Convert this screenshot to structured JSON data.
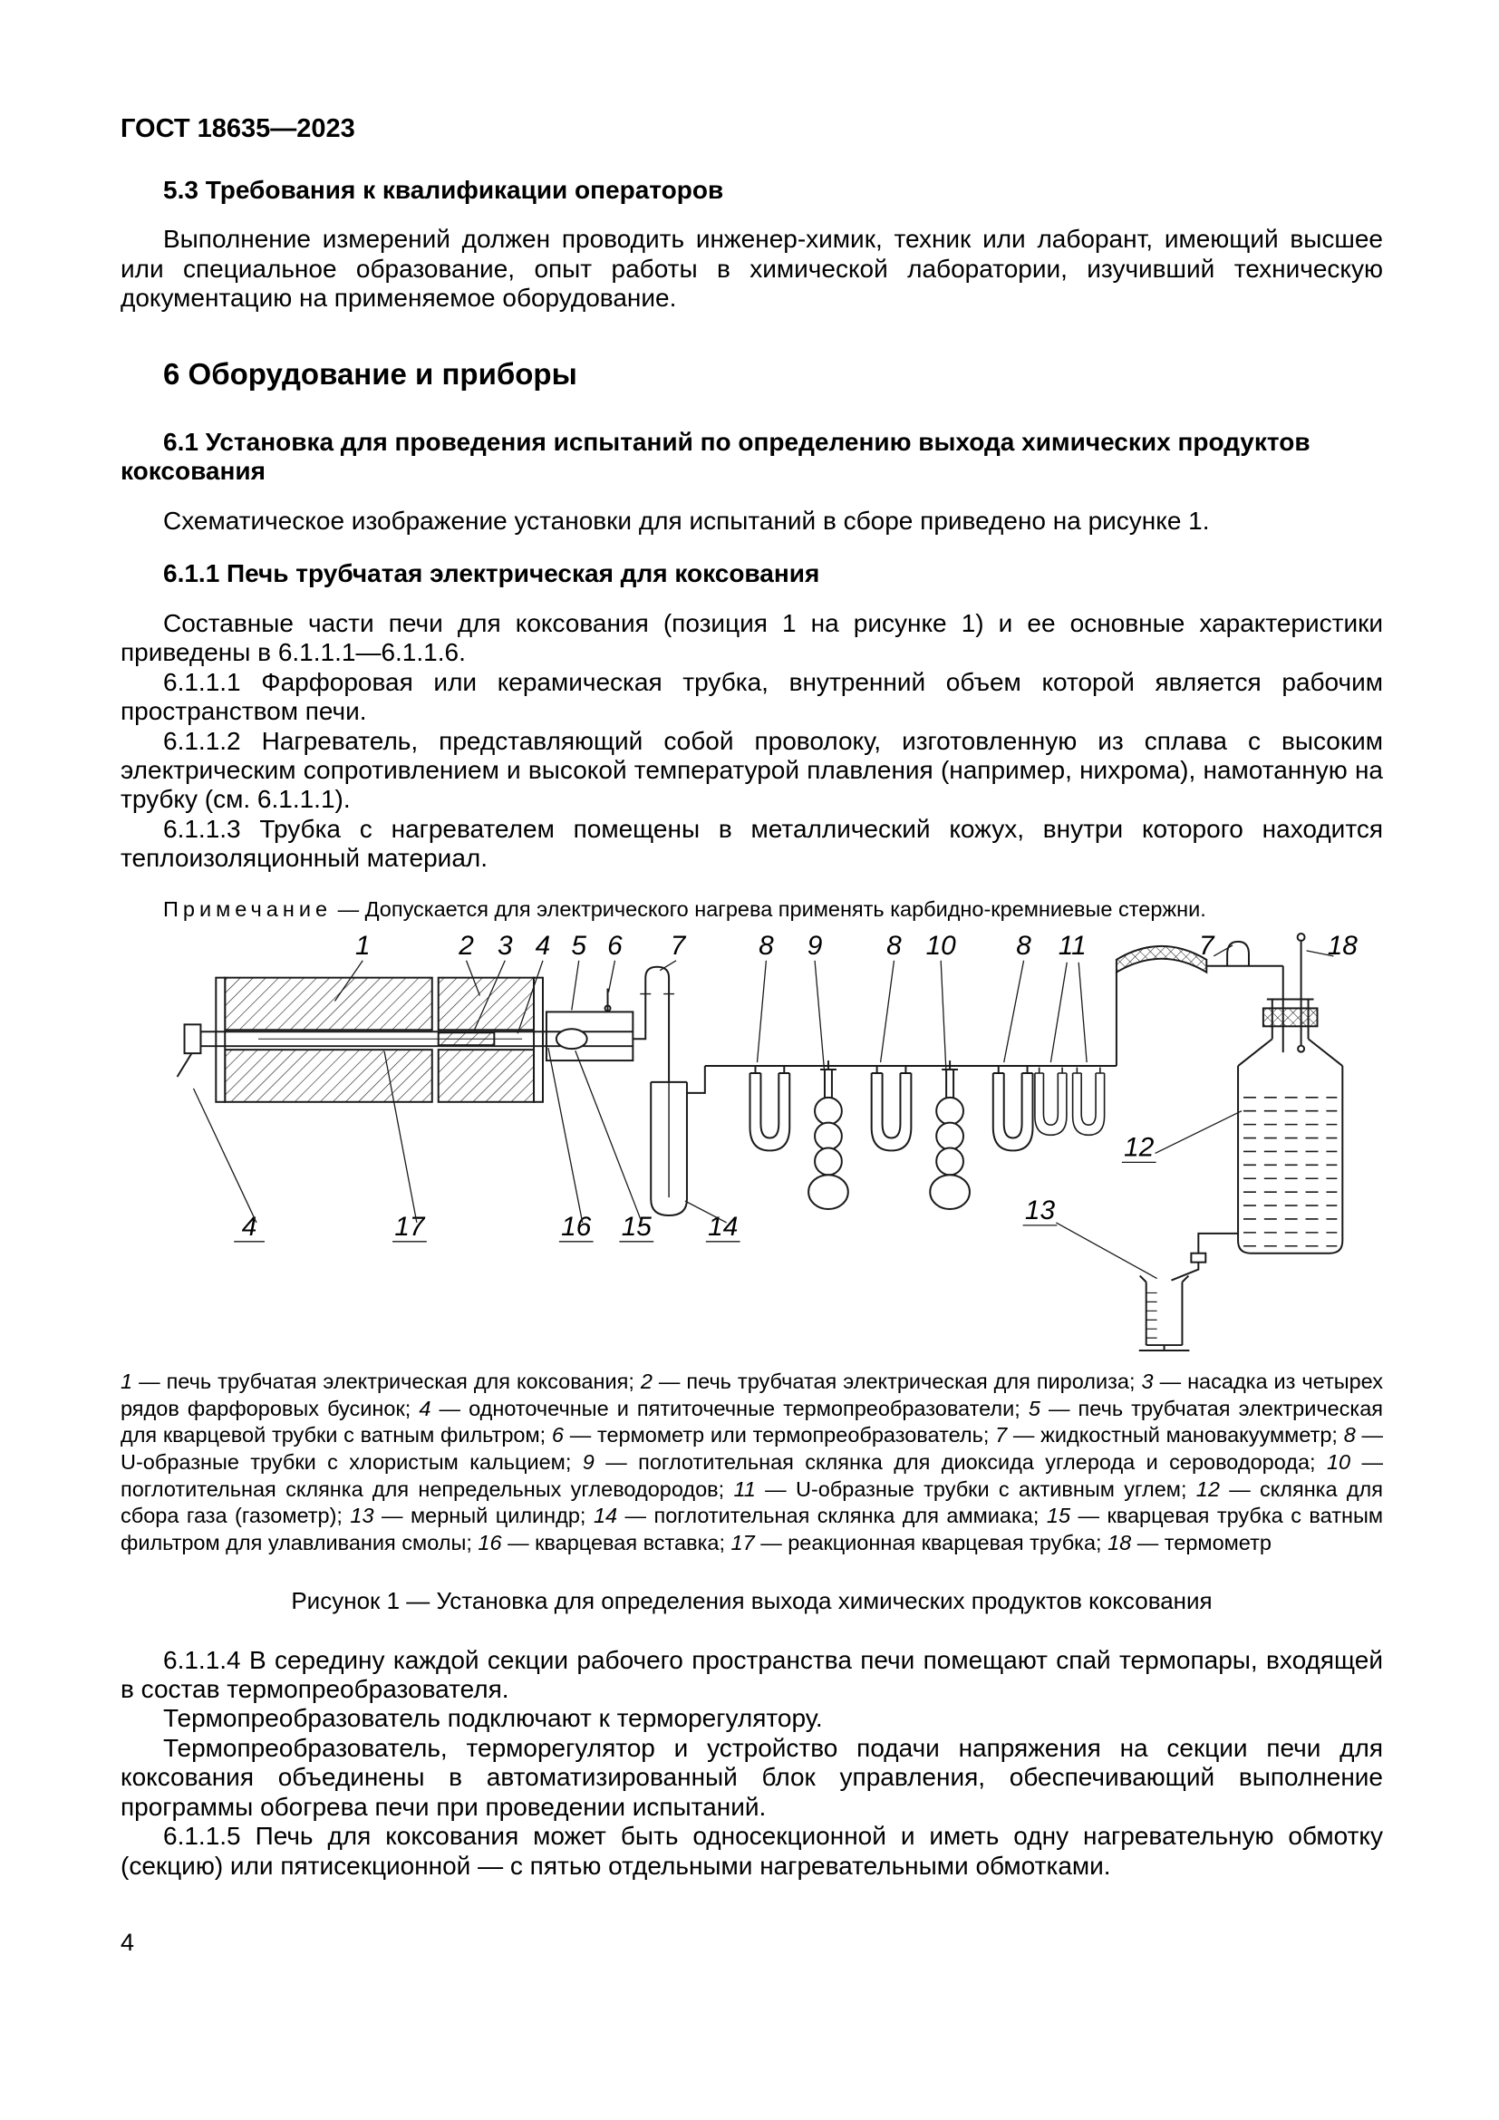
{
  "doc": {
    "header": "ГОСТ 18635—2023",
    "page_number": "4"
  },
  "sections": {
    "s53_title": "5.3 Требования к квалификации операторов",
    "s53_p1": "Выполнение измерений должен проводить инженер-химик, техник или лаборант, имеющий высшее или специальное образование, опыт работы в химической лаборатории, изучивший техническую документацию на применяемое оборудование.",
    "s6_title": "6 Оборудование и приборы",
    "s61_title": "6.1 Установка для проведения испытаний по определению выхода химических продуктов коксования",
    "s61_p1": "Схематическое изображение установки для испытаний в сборе приведено на рисунке 1.",
    "s611_title": "6.1.1 Печь трубчатая электрическая для коксования",
    "s611_p1": "Составные части печи для коксования (позиция 1 на рисунке 1) и ее основные характеристики приведены в 6.1.1.1—6.1.1.6.",
    "p6111": "6.1.1.1 Фарфоровая или керамическая трубка, внутренний объем которой является рабочим пространством печи.",
    "p6112": "6.1.1.2 Нагреватель, представляющий собой проволоку, изготовленную из сплава с высоким электрическим сопротивлением и высокой температурой плавления (например, нихрома), намотанную на трубку (см. 6.1.1.1).",
    "p6113": "6.1.1.3 Трубка с нагревателем помещены в металлический кожух, внутри которого находится теплоизоляционный материал.",
    "p6114a": "6.1.1.4 В середину каждой секции рабочего пространства печи помещают спай термопары, входящей в состав термопреобразователя.",
    "p6114b": "Термопреобразователь подключают к терморегулятору.",
    "p6114c": "Термопреобразователь, терморегулятор и устройство подачи напряжения на секции печи для коксования объединены в автоматизированный блок управления, обеспечивающий выполнение программы обогрева печи при проведении испытаний.",
    "p6115": "6.1.1.5 Печь для коксования может быть односекционной и иметь одну нагревательную обмотку (секцию) или пятисекционной — с пятью отдельными нагревательными обмотками."
  },
  "note": {
    "label": "Примечание",
    "text": "— Допускается для электрического нагрева применять карбидно-кремниевые стержни."
  },
  "figure": {
    "callouts": [
      "1",
      "2",
      "3",
      "4",
      "5",
      "6",
      "7",
      "8",
      "9",
      "8",
      "10",
      "8",
      "11",
      "7",
      "18",
      "4",
      "17",
      "16",
      "15",
      "14",
      "13",
      "12"
    ],
    "legend": [
      {
        "num": "1",
        "text": "печь трубчатая электрическая для коксования"
      },
      {
        "num": "2",
        "text": "печь трубчатая электрическая для пиролиза"
      },
      {
        "num": "3",
        "text": "насадка из четырех рядов фарфоровых бусинок"
      },
      {
        "num": "4",
        "text": "одноточечные и пятиточечные термопреобразователи"
      },
      {
        "num": "5",
        "text": "печь трубчатая электрическая для кварцевой трубки с ватным фильтром"
      },
      {
        "num": "6",
        "text": "термометр или термопреобразователь"
      },
      {
        "num": "7",
        "text": "жидкостный мановакуумметр"
      },
      {
        "num": "8",
        "text": "U-образные трубки с хлористым кальцием"
      },
      {
        "num": "9",
        "text": "поглотительная склянка для диоксида углерода и сероводорода"
      },
      {
        "num": "10",
        "text": "поглотительная склянка для непредельных углеводородов"
      },
      {
        "num": "11",
        "text": "U-образные трубки с активным углем"
      },
      {
        "num": "12",
        "text": "склянка для сбора газа (газометр)"
      },
      {
        "num": "13",
        "text": "мерный цилиндр"
      },
      {
        "num": "14",
        "text": "поглотительная склянка для аммиака"
      },
      {
        "num": "15",
        "text": "кварцевая трубка с ватным фильтром для улавливания смолы"
      },
      {
        "num": "16",
        "text": "кварцевая вставка"
      },
      {
        "num": "17",
        "text": "реакционная кварцевая трубка"
      },
      {
        "num": "18",
        "text": "термометр"
      }
    ],
    "caption": "Рисунок 1 — Установка для определения выхода химических продуктов коксования"
  }
}
